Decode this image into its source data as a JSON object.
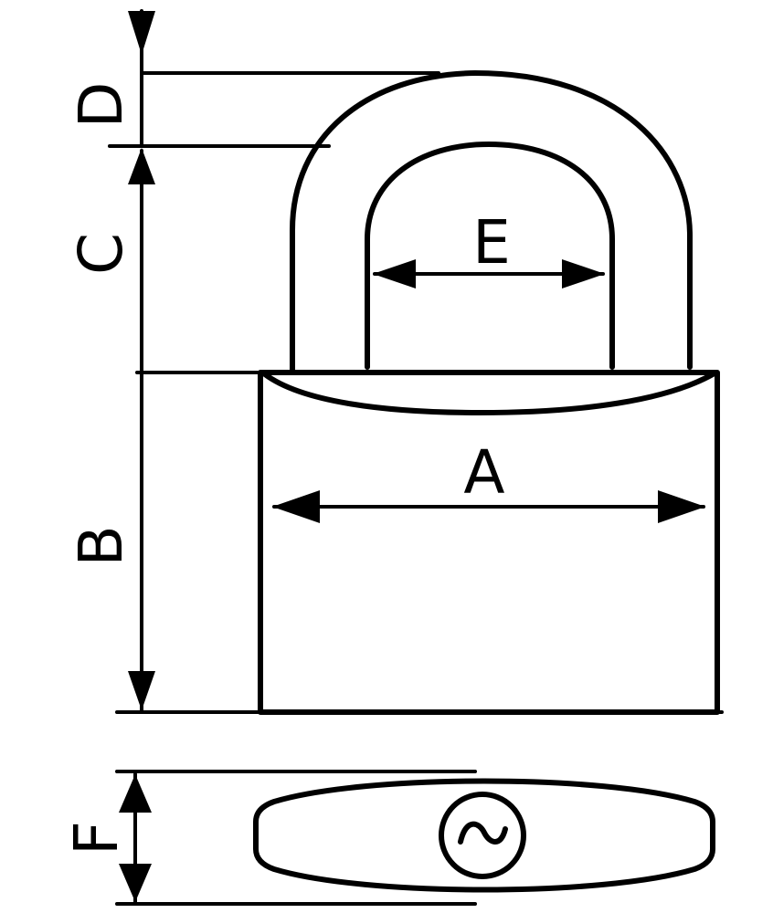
{
  "labels": {
    "a": "A",
    "b": "B",
    "c": "C",
    "d": "D",
    "e": "E",
    "f": "F"
  },
  "colors": {
    "line": "#000000",
    "background": "#ffffff"
  },
  "icons": {
    "keyway": "keyway-icon"
  }
}
